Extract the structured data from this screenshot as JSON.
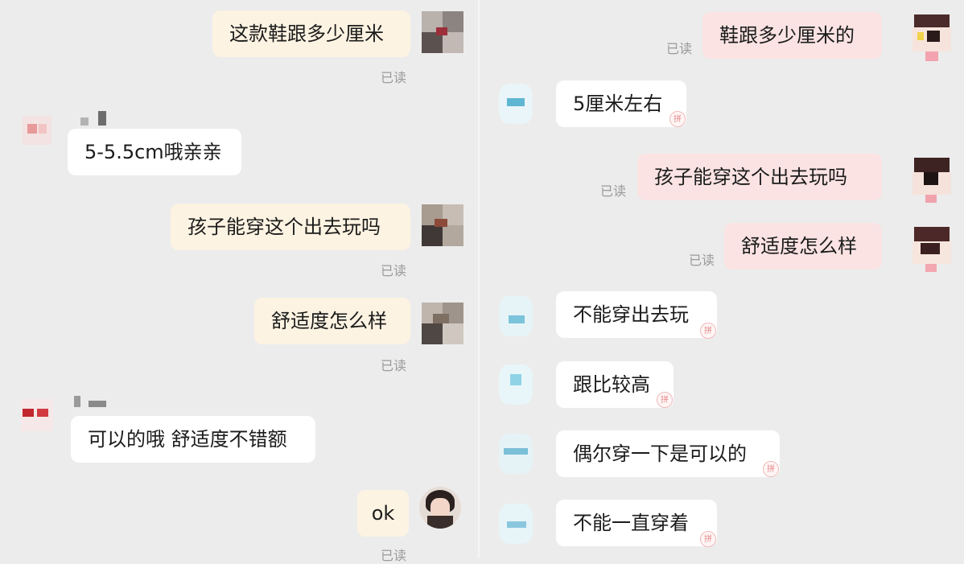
{
  "left": {
    "messages": [
      {
        "from": "me",
        "text": "这款鞋跟多少厘米",
        "read": "已读"
      },
      {
        "from": "shop",
        "text": "5-5.5cm哦亲亲"
      },
      {
        "from": "me",
        "text": "孩子能穿这个出去玩吗",
        "read": "已读"
      },
      {
        "from": "me",
        "text": "舒适度怎么样",
        "read": "已读"
      },
      {
        "from": "shop",
        "text": "可以的哦  舒适度不错额"
      },
      {
        "from": "me",
        "text": "ok",
        "read": "已读"
      }
    ]
  },
  "right": {
    "messages": [
      {
        "from": "me",
        "text": "鞋跟多少厘米的",
        "read": "已读"
      },
      {
        "from": "shop",
        "text": "5厘米左右"
      },
      {
        "from": "me",
        "text": "孩子能穿这个出去玩吗",
        "read": "已读"
      },
      {
        "from": "me",
        "text": "舒适度怎么样",
        "read": "已读"
      },
      {
        "from": "shop",
        "text": "不能穿出去玩"
      },
      {
        "from": "shop",
        "text": "跟比较高"
      },
      {
        "from": "shop",
        "text": "偶尔穿一下是可以的"
      },
      {
        "from": "shop",
        "text": "不能一直穿着"
      }
    ]
  },
  "icons": {
    "avatar": "pixelated-avatar-icon",
    "photo_avatar": "girl-photo-avatar",
    "badge": "shop-badge-icon"
  },
  "colors": {
    "background": "#ececec",
    "bubble_me_left": "#fdf3e2",
    "bubble_me_right": "#fbe3e3",
    "bubble_shop": "#ffffff",
    "read_text": "#9a9a9a"
  }
}
